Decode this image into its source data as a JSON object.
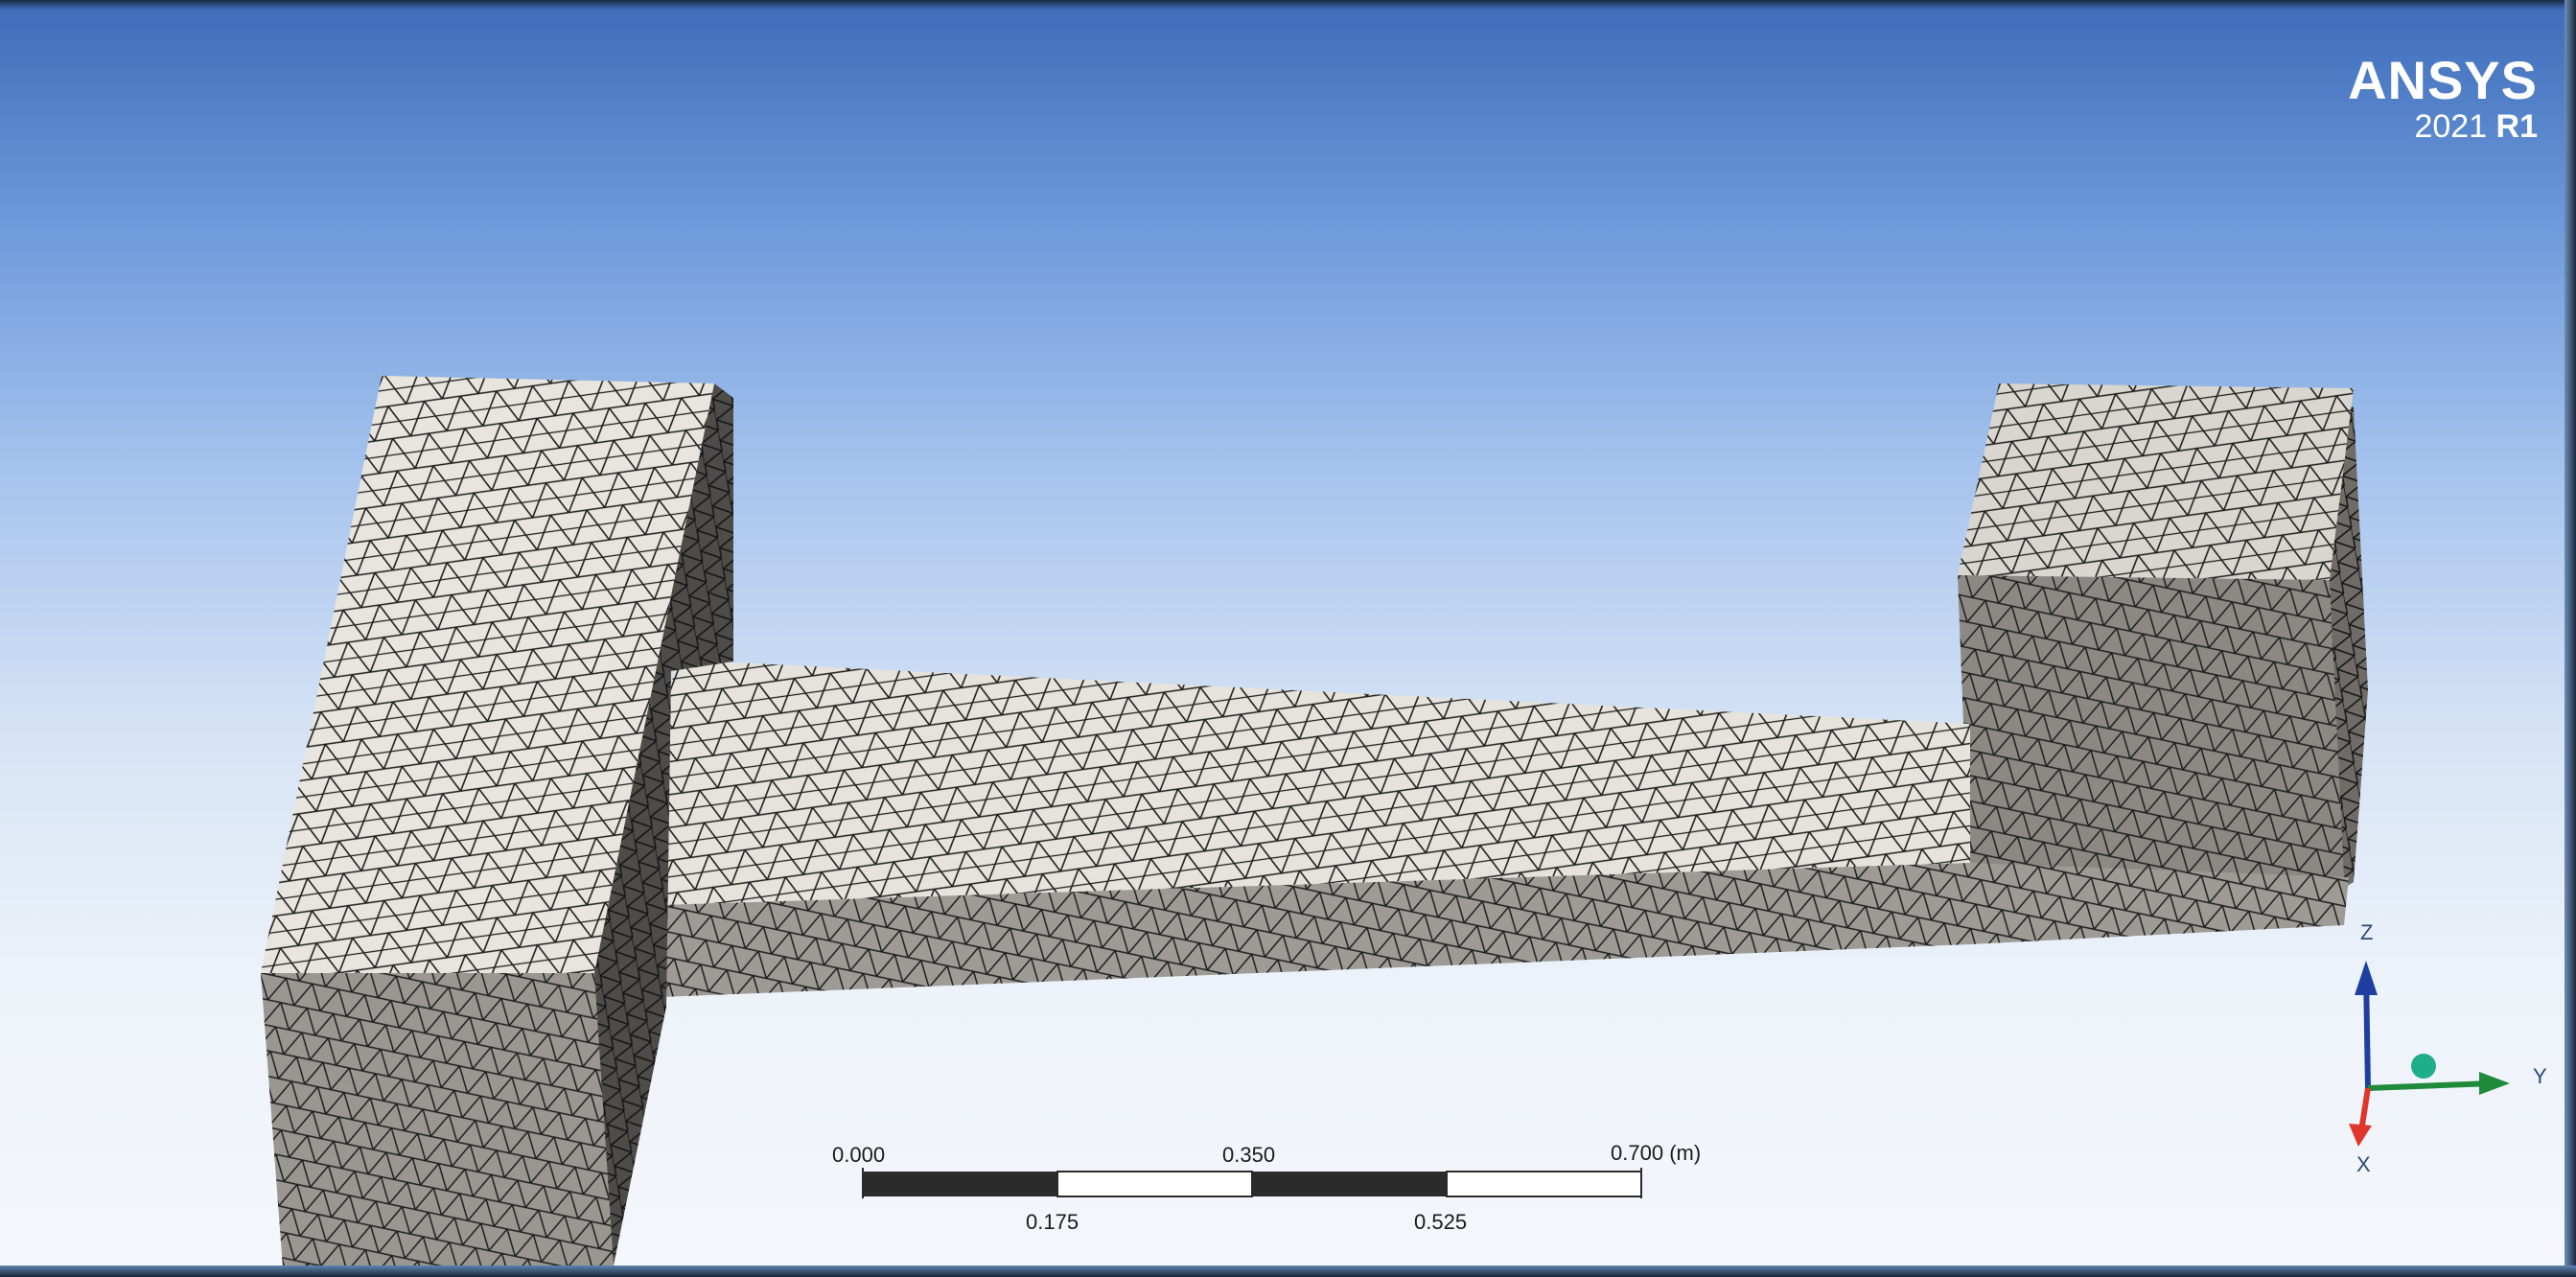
{
  "brand": {
    "name": "ANSYS",
    "version_year": "2021",
    "version_release": "R1"
  },
  "scale_bar": {
    "labels_top": [
      "0.000",
      "0.350",
      "0.700"
    ],
    "labels_bottom": [
      "0.175",
      "0.525"
    ],
    "unit": "(m)"
  },
  "triad": {
    "z_label": "Z",
    "y_label": "Y",
    "x_label": "X",
    "colors": {
      "z": "#1f3fa0",
      "y": "#1f8a3a",
      "x": "#e0352b",
      "center": "#1fae8a"
    }
  },
  "colors": {
    "mesh_fill_light": "#ece9e3",
    "mesh_fill_mid": "#c9c6c0",
    "mesh_fill_dark": "#8b8884",
    "mesh_lines": "#1e1e1e"
  }
}
